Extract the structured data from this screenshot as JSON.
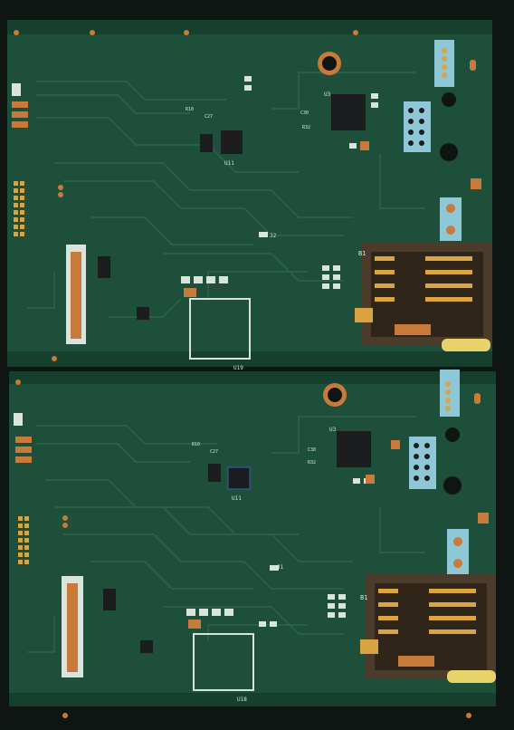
{
  "colors": {
    "background": "#0f1512",
    "board": "#1e4f3a",
    "board_dark": "#163f2e",
    "trace": "#2a6048",
    "copper": "#c77a3a",
    "gold": "#d9a441",
    "silkscreen": "#d8e4dc",
    "chip": "#1a1c1e",
    "sim_slot": "#4a3b2a",
    "label_blue": "#8ec7d6",
    "yellow_wire": "#e8d36a"
  },
  "boards": [
    {
      "labels": {
        "sim": "B1",
        "u_main": "U3",
        "u_small": "U11",
        "j_conn": "J2",
        "u_module": "U19",
        "c_a": "C30",
        "c_b": "C27",
        "r_a": "R32",
        "r_b": "R10"
      }
    },
    {
      "labels": {
        "sim": "B1",
        "u_main": "U3",
        "u_small": "U11",
        "j_conn": "J1",
        "u_module": "U18",
        "c_a": "C30",
        "c_b": "C27",
        "r_a": "R32",
        "r_b": "R10"
      }
    }
  ]
}
